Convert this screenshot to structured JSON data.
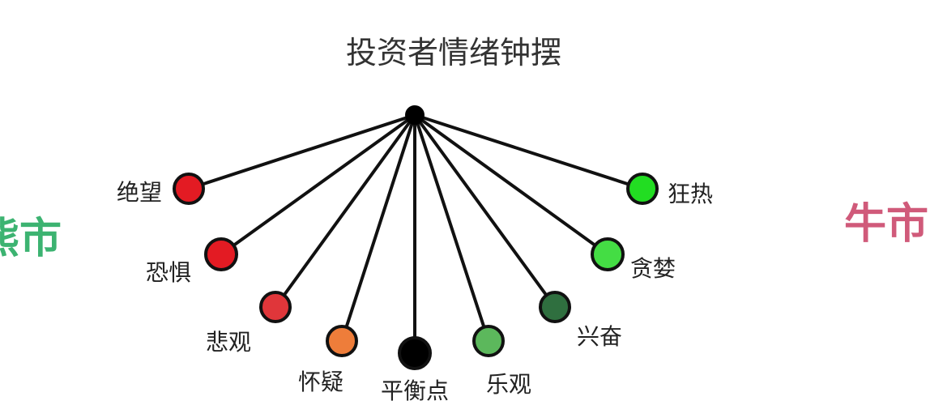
{
  "title": "投资者情绪钟摆",
  "bear_market_label": "熊市",
  "bull_market_label": "牛市",
  "colors": {
    "bear": "#3cb371",
    "bull": "#d05a7a",
    "pivot": "#000000"
  },
  "states": [
    {
      "label": "绝望",
      "color": "#e31b23"
    },
    {
      "label": "恐惧",
      "color": "#e31b23"
    },
    {
      "label": "悲观",
      "color": "#e0363a"
    },
    {
      "label": "怀疑",
      "color": "#ee7d3a"
    },
    {
      "label": "平衡点",
      "color": "#000000"
    },
    {
      "label": "乐观",
      "color": "#5cb85c"
    },
    {
      "label": "兴奋",
      "color": "#2f6f3f"
    },
    {
      "label": "贪婪",
      "color": "#44dd44"
    },
    {
      "label": "狂热",
      "color": "#22dd22"
    }
  ]
}
